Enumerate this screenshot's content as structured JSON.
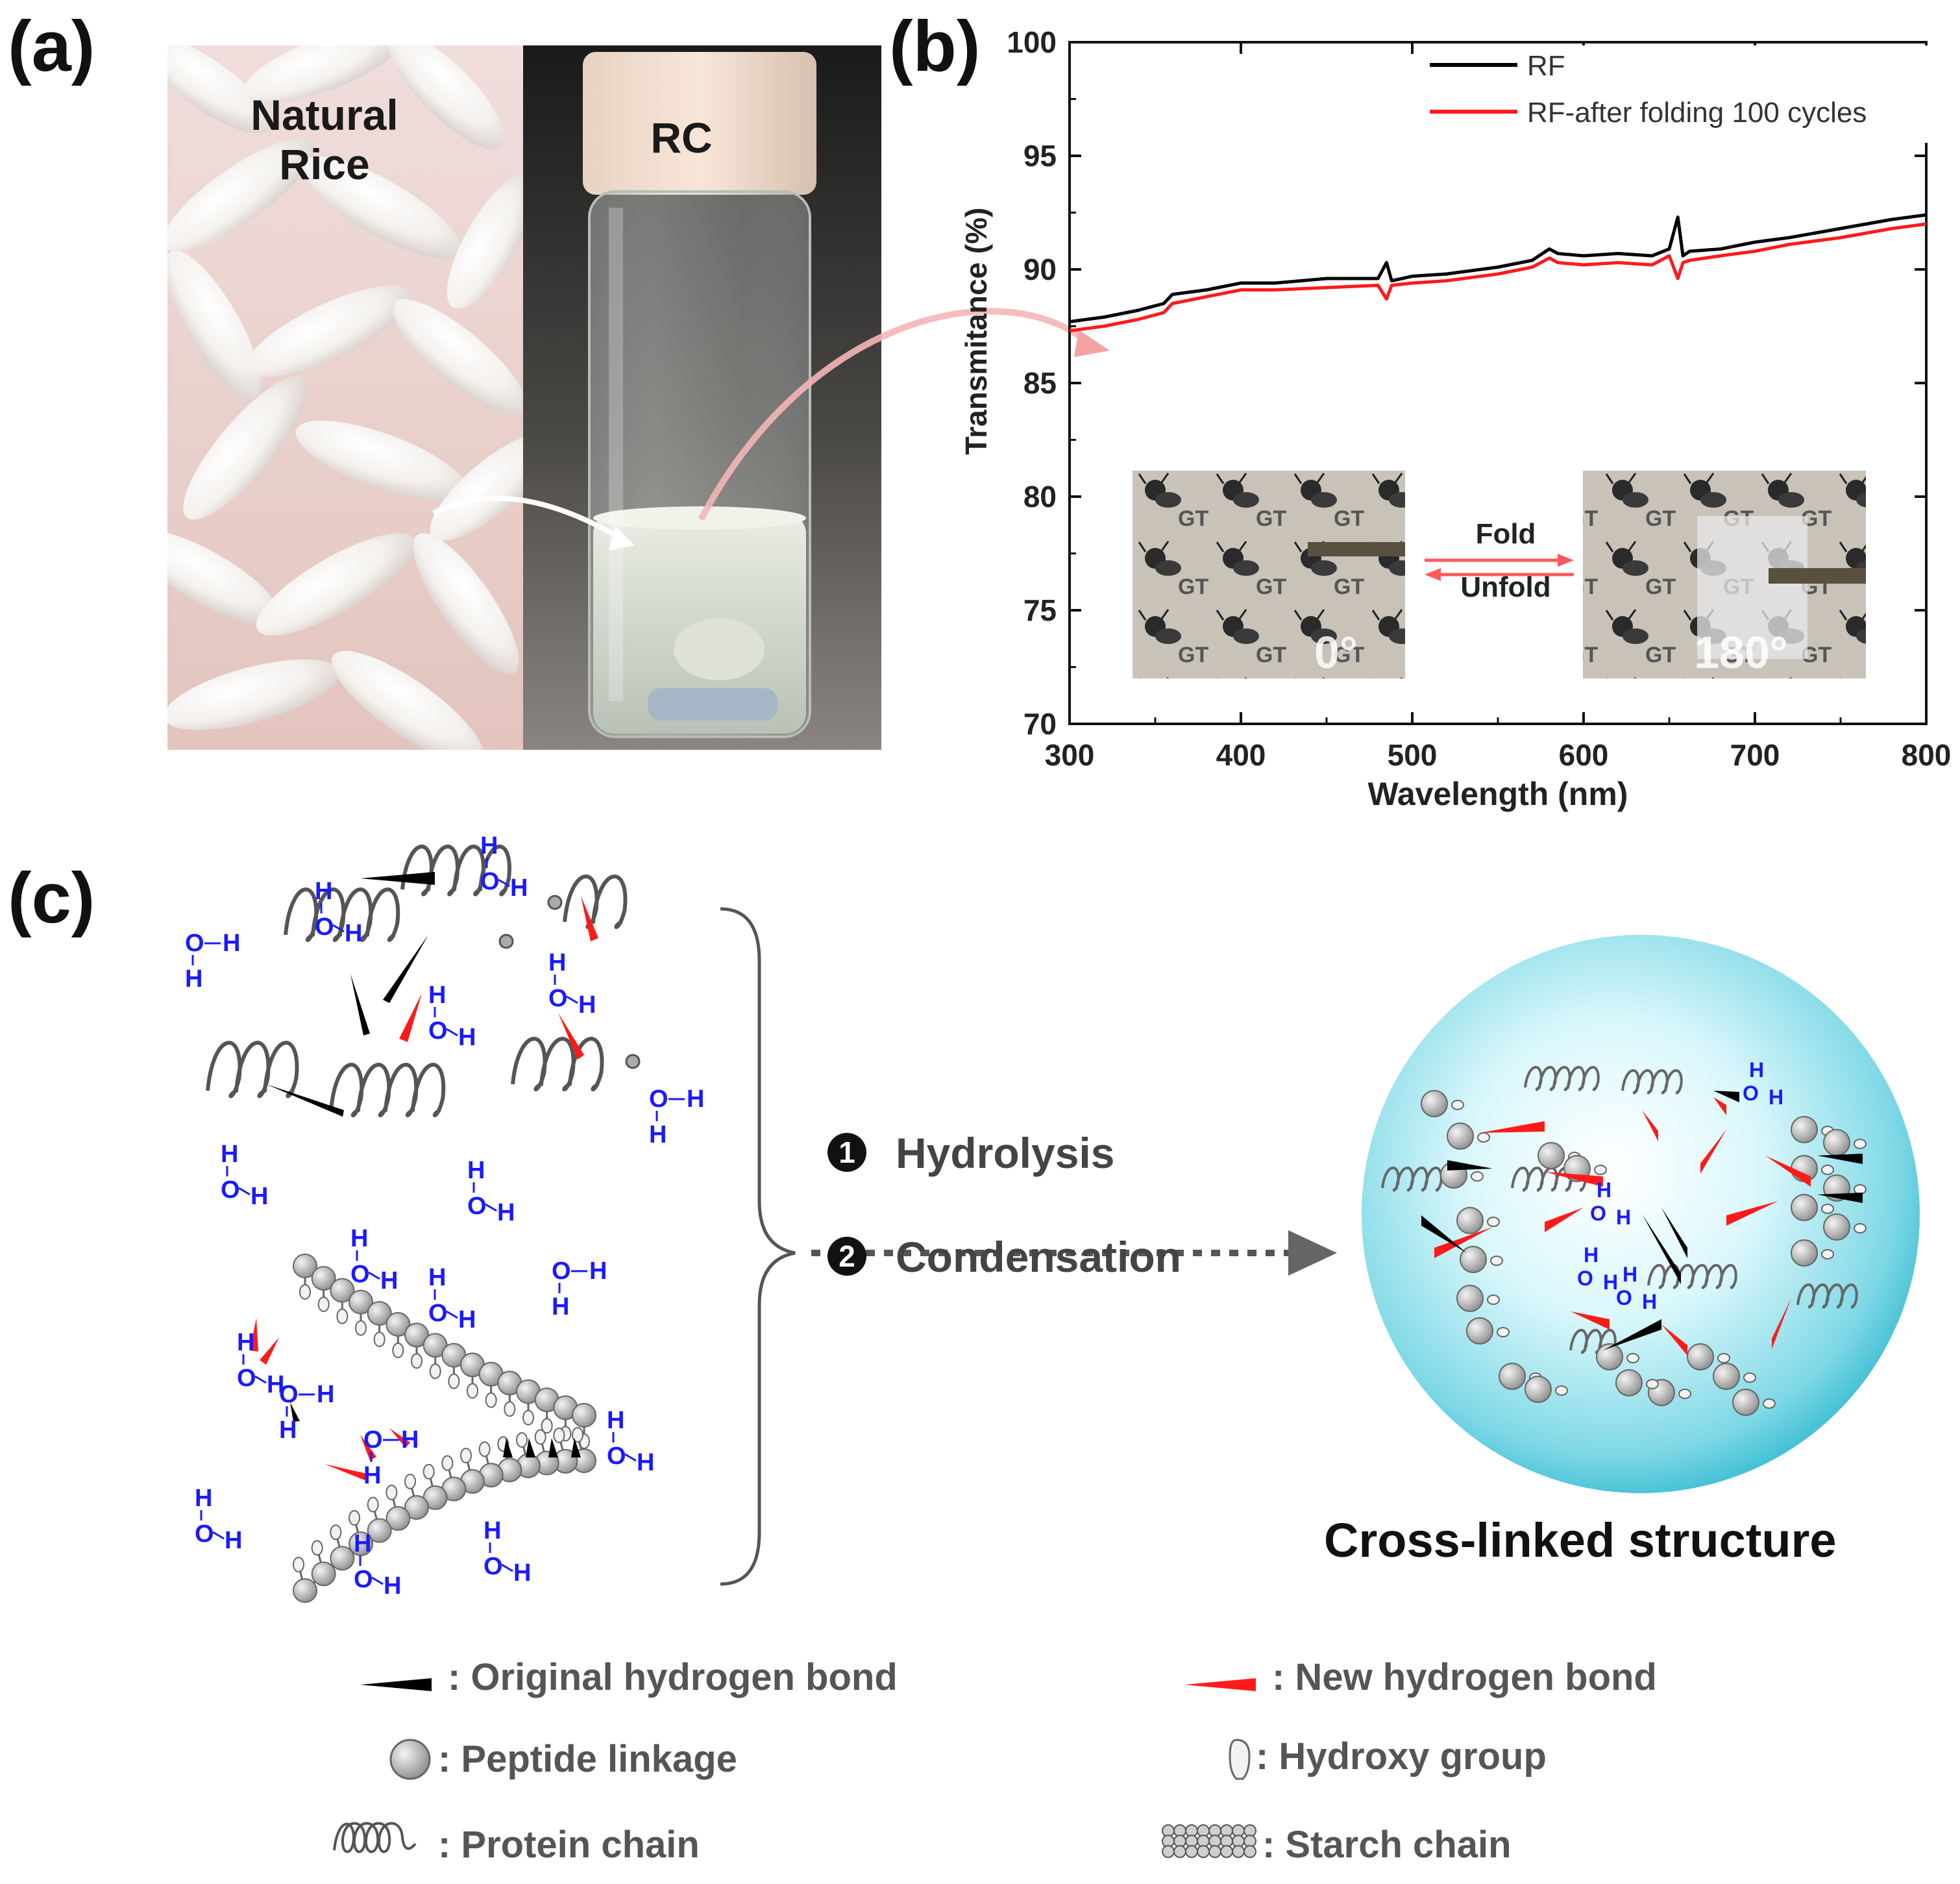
{
  "panels": {
    "a_label": "(a)",
    "b_label": "(b)",
    "c_label": "(c)"
  },
  "panel_a": {
    "rice_label": "Natural\nRice",
    "vial_label": "RC"
  },
  "chart_data": {
    "type": "line",
    "xlabel": "Wavelength (nm)",
    "ylabel": "Transmitance (%)",
    "xlim": [
      300,
      800
    ],
    "ylim": [
      70,
      100
    ],
    "x_ticks": [
      300,
      400,
      500,
      600,
      700,
      800
    ],
    "y_ticks": [
      70,
      75,
      80,
      85,
      90,
      95,
      100
    ],
    "legend_position": "top-right",
    "grid": false,
    "series": [
      {
        "name": "RF",
        "color": "#000000",
        "x": [
          300,
          320,
          340,
          355,
          360,
          380,
          400,
          420,
          450,
          480,
          485,
          488,
          500,
          520,
          550,
          570,
          580,
          585,
          600,
          620,
          640,
          650,
          655,
          658,
          662,
          680,
          700,
          720,
          750,
          780,
          800
        ],
        "y": [
          87.7,
          87.9,
          88.2,
          88.5,
          88.9,
          89.1,
          89.4,
          89.4,
          89.6,
          89.6,
          90.3,
          89.5,
          89.7,
          89.8,
          90.1,
          90.4,
          90.9,
          90.7,
          90.6,
          90.7,
          90.6,
          90.9,
          92.3,
          90.6,
          90.8,
          90.9,
          91.2,
          91.4,
          91.8,
          92.2,
          92.4
        ]
      },
      {
        "name": "RF-after folding 100 cycles",
        "color": "#ff1a1a",
        "x": [
          300,
          320,
          340,
          355,
          360,
          380,
          400,
          420,
          450,
          480,
          485,
          488,
          500,
          520,
          550,
          570,
          580,
          585,
          600,
          620,
          640,
          650,
          655,
          658,
          662,
          680,
          700,
          720,
          750,
          780,
          800
        ],
        "y": [
          87.3,
          87.5,
          87.8,
          88.1,
          88.5,
          88.8,
          89.1,
          89.1,
          89.2,
          89.3,
          88.7,
          89.3,
          89.4,
          89.5,
          89.8,
          90.1,
          90.5,
          90.3,
          90.2,
          90.3,
          90.2,
          90.6,
          89.6,
          90.3,
          90.4,
          90.6,
          90.8,
          91.1,
          91.4,
          91.8,
          92.0
        ]
      }
    ],
    "inset": {
      "left_angle": "0°",
      "right_angle": "180°",
      "fold_label": "Fold",
      "unfold_label": "Unfold"
    }
  },
  "panel_c": {
    "step1": "Hydrolysis",
    "step1_num": "1",
    "step2": "Condensation",
    "step2_num": "2",
    "result_caption": "Cross-linked structure",
    "water_label_color": "#1a1aff",
    "legend": {
      "original_bond": ": Original hydrogen bond",
      "new_bond": ": New hydrogen bond",
      "peptide": ": Peptide linkage",
      "hydroxy": ": Hydroxy group",
      "protein": ": Protein   chain",
      "starch": ": Starch chain"
    }
  },
  "colors": {
    "red_bond": "#ff1a1a",
    "black_bond": "#000000",
    "water_blue": "#1a1aff",
    "sphere_center": "#e8fdff",
    "sphere_edge": "#3fc4d8"
  }
}
